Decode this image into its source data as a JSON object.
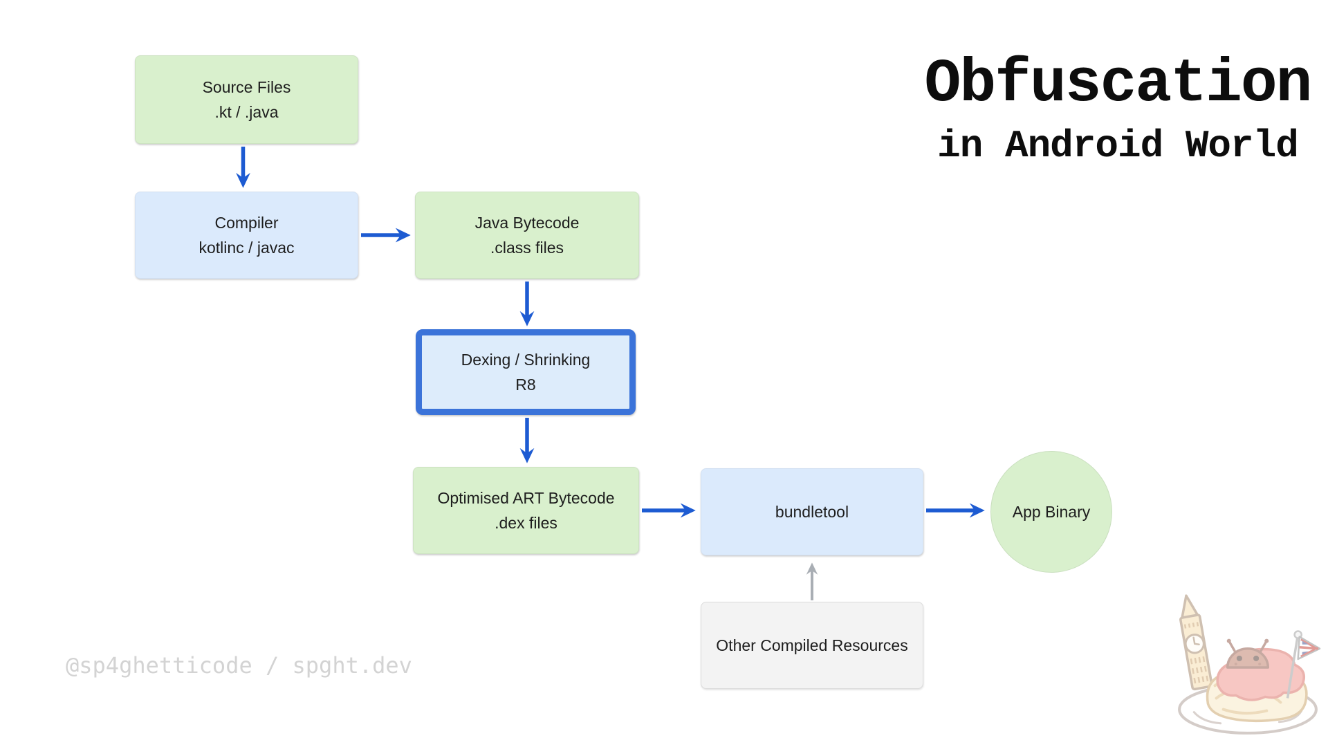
{
  "slide": {
    "title": "Obfuscation",
    "subtitle": "in Android World",
    "footer_credit": "@sp4ghetticode / spght.dev"
  },
  "diagram": {
    "nodes": {
      "source": {
        "line1": "Source Files",
        "line2": ".kt / .java"
      },
      "compiler": {
        "line1": "Compiler",
        "line2": "kotlinc / javac"
      },
      "bytecode": {
        "line1": "Java Bytecode",
        "line2": ".class files"
      },
      "dexing": {
        "line1": "Dexing / Shrinking",
        "line2": "R8"
      },
      "art": {
        "line1": "Optimised ART Bytecode",
        "line2": ".dex files"
      },
      "bundletool": {
        "line1": "bundletool"
      },
      "app_binary": {
        "line1": "App Binary"
      },
      "resources": {
        "line1": "Other Compiled Resources"
      }
    },
    "edges": [
      "source->compiler",
      "compiler->bytecode",
      "bytecode->dexing",
      "dexing->art",
      "art->bundletool",
      "bundletool->app_binary",
      "resources->bundletool"
    ]
  },
  "colors": {
    "node_green": "#d9f0cd",
    "node_blue": "#dbeafc",
    "dexing_fill": "#ddecfb",
    "dexing_border": "#3b73d9",
    "arrow_blue": "#1d5bd2",
    "arrow_gray": "#a9aeb4",
    "node_gray": "#f3f3f3",
    "title_color": "#0d0d0d",
    "footer_color": "#d3d3d3",
    "label_color": "#1d1d1d"
  }
}
